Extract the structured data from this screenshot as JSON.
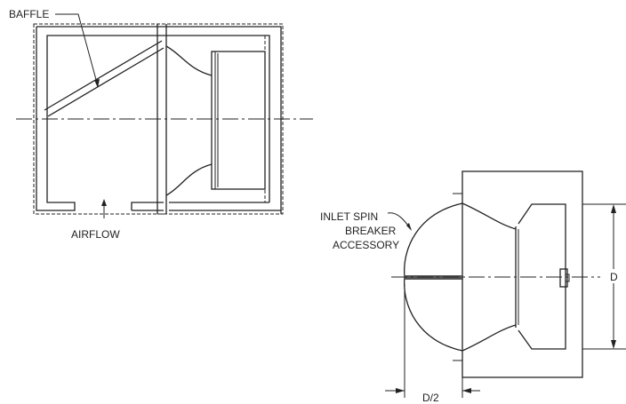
{
  "left_view": {
    "baffle_label": "BAFFLE",
    "airflow_label": "AIRFLOW"
  },
  "right_view": {
    "inlet_label_line1": "INLET SPIN",
    "inlet_label_line2": "BREAKER",
    "inlet_label_line3": "ACCESSORY",
    "dimension_d": "D",
    "dimension_half_d": "D/2"
  }
}
